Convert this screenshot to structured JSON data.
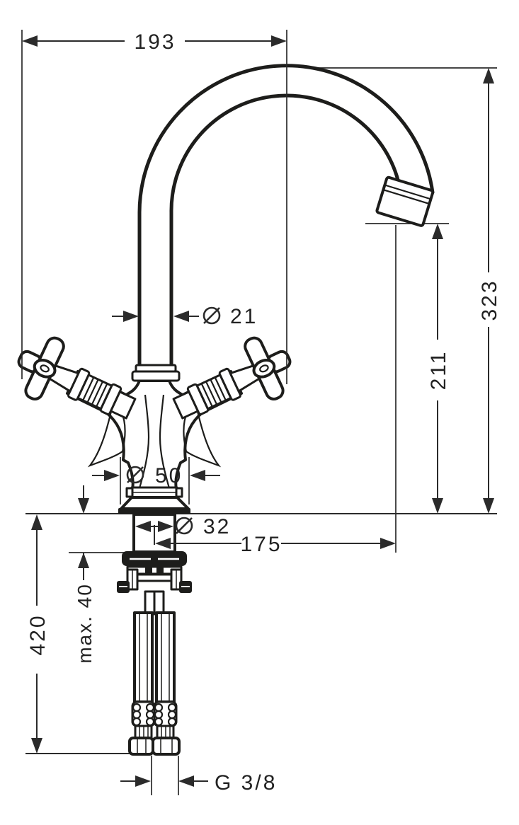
{
  "drawing": {
    "kind": "faucet-dimensional-drawing",
    "labels": {
      "overall_width": "193",
      "total_height": "323",
      "outlet_height": "211",
      "spout_pipe_diameter": "21",
      "base_diameter": "50",
      "shank_diameter": "32",
      "spout_reach": "175",
      "hose_length": "420",
      "max_counter_thickness": "max. 40",
      "connection_thread": "G 3/8"
    },
    "symbols": {
      "diameter_icon": "Ø"
    },
    "colors": {
      "line": "#1d1d1b",
      "dimension": "#2b2b2b",
      "background": "#ffffff"
    }
  }
}
